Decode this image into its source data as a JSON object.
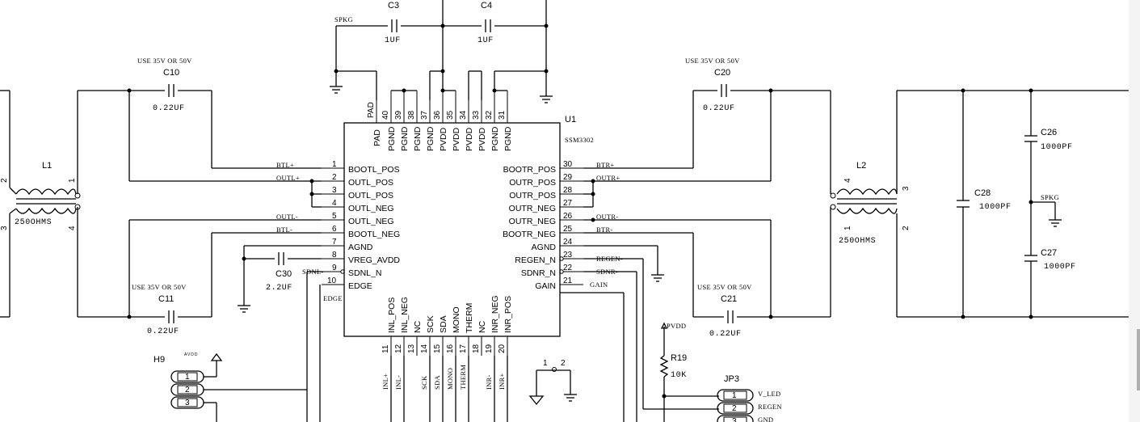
{
  "u1": {
    "ref": "U1",
    "part": "SSM3302"
  },
  "pins_left": [
    {
      "num": "1",
      "name": "BOOTL_POS",
      "net": "BTL+"
    },
    {
      "num": "2",
      "name": "OUTL_POS",
      "net": "OUTL+"
    },
    {
      "num": "3",
      "name": "OUTL_POS",
      "net": ""
    },
    {
      "num": "4",
      "name": "OUTL_NEG",
      "net": ""
    },
    {
      "num": "5",
      "name": "OUTL_NEG",
      "net": "OUTL-"
    },
    {
      "num": "6",
      "name": "BOOTL_NEG",
      "net": "BTL-"
    },
    {
      "num": "7",
      "name": "AGND",
      "net": ""
    },
    {
      "num": "8",
      "name": "VREG_AVDD",
      "net": ""
    },
    {
      "num": "9",
      "name": "SDNL_N",
      "net": "SDNL-"
    },
    {
      "num": "10",
      "name": "EDGE",
      "net": "EDGE"
    }
  ],
  "pins_right": [
    {
      "num": "30",
      "name": "BOOTR_POS",
      "net": "BTR+"
    },
    {
      "num": "29",
      "name": "OUTR_POS",
      "net": "OUTR+"
    },
    {
      "num": "28",
      "name": "OUTR_POS",
      "net": ""
    },
    {
      "num": "27",
      "name": "OUTR_NEG",
      "net": ""
    },
    {
      "num": "26",
      "name": "OUTR_NEG",
      "net": "OUTR-"
    },
    {
      "num": "25",
      "name": "BOOTR_NEG",
      "net": "BTR-"
    },
    {
      "num": "24",
      "name": "AGND",
      "net": ""
    },
    {
      "num": "23",
      "name": "REGEN_N",
      "net": "REGEN-"
    },
    {
      "num": "22",
      "name": "SDNR_N",
      "net": "SDNR-"
    },
    {
      "num": "21",
      "name": "GAIN",
      "net": "GAIN"
    }
  ],
  "pins_top": [
    {
      "num": "PAD",
      "name": "PAD"
    },
    {
      "num": "40",
      "name": "PGND"
    },
    {
      "num": "39",
      "name": "PGND"
    },
    {
      "num": "38",
      "name": "PGND"
    },
    {
      "num": "37",
      "name": "PGND"
    },
    {
      "num": "36",
      "name": "PVDD"
    },
    {
      "num": "35",
      "name": "PVDD"
    },
    {
      "num": "34",
      "name": "PVDD"
    },
    {
      "num": "33",
      "name": "PVDD"
    },
    {
      "num": "32",
      "name": "PGND"
    },
    {
      "num": "31",
      "name": "PGND"
    }
  ],
  "pins_bottom": [
    {
      "num": "11",
      "name": "INL_POS",
      "net": "INL+"
    },
    {
      "num": "12",
      "name": "INL_NEG",
      "net": "INL-"
    },
    {
      "num": "13",
      "name": "NC",
      "net": ""
    },
    {
      "num": "14",
      "name": "SCK",
      "net": "SCK"
    },
    {
      "num": "15",
      "name": "SDA",
      "net": "SDA"
    },
    {
      "num": "16",
      "name": "MONO",
      "net": "MONO"
    },
    {
      "num": "17",
      "name": "THERM",
      "net": "THERM"
    },
    {
      "num": "18",
      "name": "NC",
      "net": ""
    },
    {
      "num": "19",
      "name": "INR_NEG",
      "net": "INR-"
    },
    {
      "num": "20",
      "name": "INR_POS",
      "net": "INR+"
    }
  ],
  "caps": {
    "c3": {
      "ref": "C3",
      "value": "1UF"
    },
    "c4": {
      "ref": "C4",
      "value": "1UF"
    },
    "c10": {
      "ref": "C10",
      "value": "0.22UF",
      "note": "USE 35V OR 50V"
    },
    "c11": {
      "ref": "C11",
      "value": "0.22UF",
      "note": "USE 35V OR 50V"
    },
    "c20": {
      "ref": "C20",
      "value": "0.22UF",
      "note": "USE 35V OR 50V"
    },
    "c21": {
      "ref": "C21",
      "value": "0.22UF",
      "note": "USE 35V OR 50V"
    },
    "c30": {
      "ref": "C30",
      "value": "2.2UF"
    },
    "c26": {
      "ref": "C26",
      "value": "1000PF"
    },
    "c27": {
      "ref": "C27",
      "value": "1000PF"
    },
    "c28": {
      "ref": "C28",
      "value": "1000PF"
    }
  },
  "l1": {
    "ref": "L1",
    "value": "250OHMS",
    "pins": [
      "2",
      "1",
      "3",
      "4"
    ]
  },
  "l2": {
    "ref": "L2",
    "value": "250OHMS",
    "pins": [
      "4",
      "3",
      "1",
      "2"
    ]
  },
  "r19": {
    "ref": "R19",
    "value": "10K"
  },
  "h9": {
    "ref": "H9",
    "supply": "AVDD",
    "pins": [
      "1",
      "2",
      "3"
    ]
  },
  "jp3": {
    "ref": "JP3",
    "pins": [
      "1",
      "2",
      "3"
    ],
    "labels": [
      "V_LED",
      "REGEN",
      "GND"
    ]
  },
  "jumper": {
    "pins": [
      "1",
      "2"
    ]
  },
  "nets": {
    "spkg": "SPKG",
    "pvdd": "PVDD"
  }
}
